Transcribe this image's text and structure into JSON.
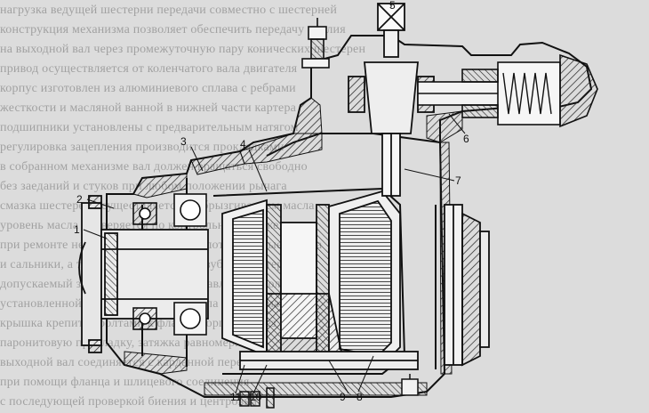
{
  "figure": {
    "callouts": [
      "1",
      "2",
      "3",
      "4",
      "5",
      "6",
      "7",
      "8",
      "9",
      "10",
      "11"
    ]
  }
}
